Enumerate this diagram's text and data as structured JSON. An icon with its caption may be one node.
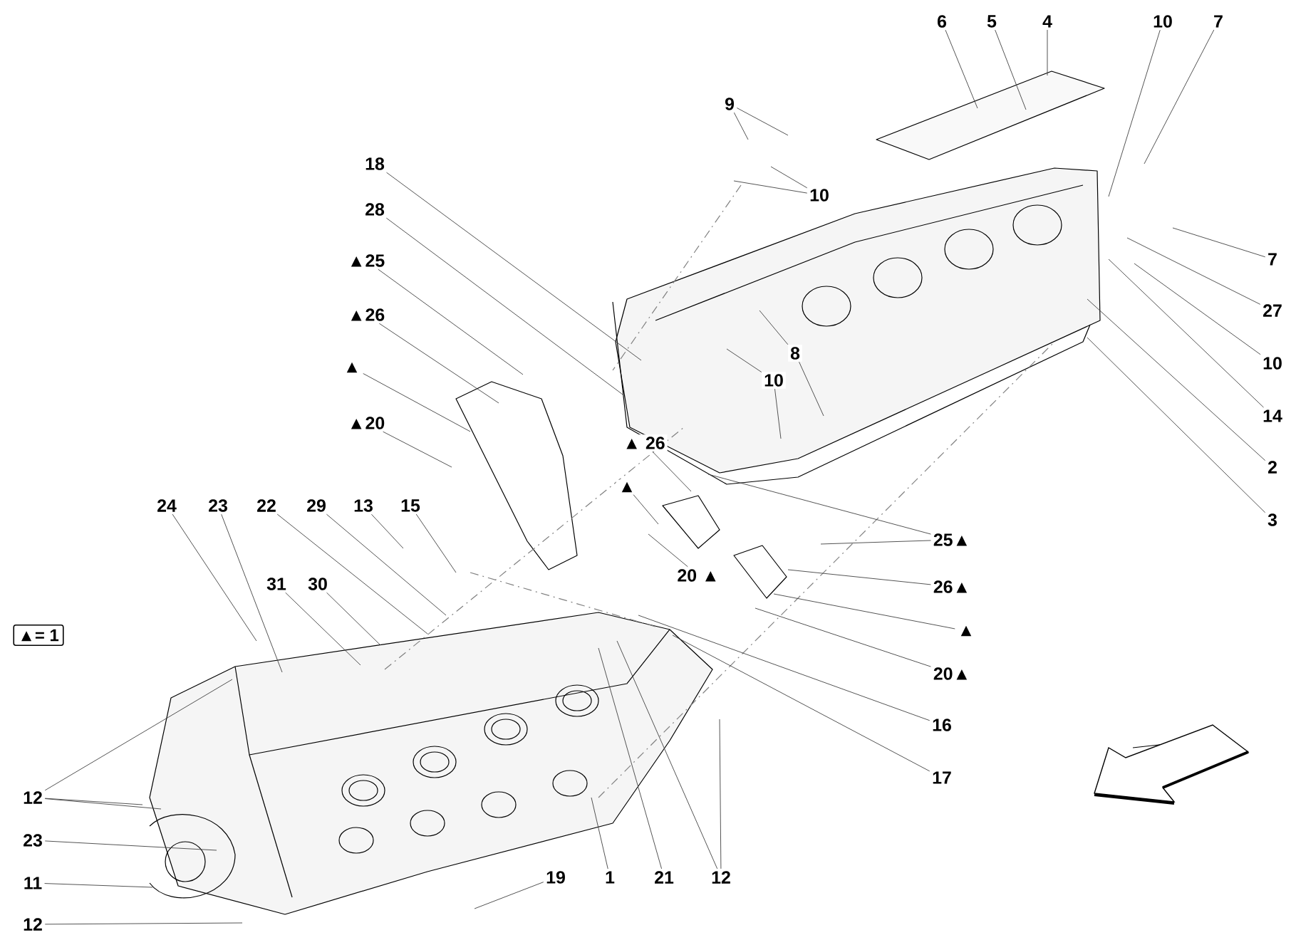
{
  "diagram": {
    "nodes": [
      {
        "text": [
          "6"
        ]
      },
      {
        "text": [
          "5"
        ]
      },
      {
        "text": [
          "4"
        ]
      },
      {
        "text": [
          "10"
        ]
      },
      {
        "text": [
          "7"
        ]
      },
      {
        "text": [
          "9"
        ]
      },
      {
        "text": [
          "18"
        ]
      },
      {
        "text": [
          "10"
        ]
      },
      {
        "text": [
          "28"
        ]
      },
      {
        "text": [
          "▲25"
        ]
      },
      {
        "text": [
          "7"
        ]
      },
      {
        "text": [
          "27"
        ]
      },
      {
        "text": [
          "▲26"
        ]
      },
      {
        "text": [
          "8"
        ]
      },
      {
        "text": [
          "10"
        ]
      },
      {
        "text": [
          "▲"
        ]
      },
      {
        "text": [
          "10"
        ]
      },
      {
        "text": [
          "14"
        ]
      },
      {
        "text": [
          "▲20"
        ]
      },
      {
        "text": [
          "▲ 26"
        ]
      },
      {
        "text": [
          "2"
        ]
      },
      {
        "text": [
          "▲"
        ]
      },
      {
        "text": [
          "24"
        ]
      },
      {
        "text": [
          "23"
        ]
      },
      {
        "text": [
          "22"
        ]
      },
      {
        "text": [
          "29"
        ]
      },
      {
        "text": [
          "13"
        ]
      },
      {
        "text": [
          "15"
        ]
      },
      {
        "text": [
          "3"
        ]
      },
      {
        "text": [
          "25▲"
        ]
      },
      {
        "text": [
          "20 ▲"
        ]
      },
      {
        "text": [
          "31"
        ]
      },
      {
        "text": [
          "30"
        ]
      },
      {
        "text": [
          "26▲"
        ]
      },
      {
        "text": [
          "▲"
        ]
      },
      {
        "text": [
          "▲= 1"
        ]
      },
      {
        "text": [
          "20▲"
        ]
      },
      {
        "text": [
          "16"
        ]
      },
      {
        "text": [
          "17"
        ]
      },
      {
        "text": [
          "12"
        ]
      },
      {
        "text": [
          "23"
        ]
      },
      {
        "text": [
          "19"
        ]
      },
      {
        "text": [
          "1"
        ]
      },
      {
        "text": [
          "21"
        ]
      },
      {
        "text": [
          "12"
        ]
      },
      {
        "text": [
          "11"
        ]
      },
      {
        "text": [
          "12"
        ]
      }
    ],
    "edges": [
      {
        "from": 0,
        "to": null,
        "arrow": "none"
      },
      {
        "from": 1,
        "to": null,
        "arrow": "none"
      },
      {
        "from": 2,
        "to": null,
        "arrow": "none"
      },
      {
        "from": 3,
        "to": null,
        "arrow": "none"
      },
      {
        "from": 4,
        "to": null,
        "arrow": "none"
      },
      {
        "from": 5,
        "to": null,
        "arrow": "none"
      },
      {
        "from": 5,
        "to": null,
        "arrow": "none"
      },
      {
        "from": 6,
        "to": null,
        "arrow": "none"
      },
      {
        "from": 7,
        "to": null,
        "arrow": "none"
      },
      {
        "from": 7,
        "to": null,
        "arrow": "none"
      },
      {
        "from": 8,
        "to": null,
        "arrow": "none"
      },
      {
        "from": 9,
        "to": null,
        "arrow": "none"
      },
      {
        "from": 10,
        "to": null,
        "arrow": "none"
      },
      {
        "from": 11,
        "to": null,
        "arrow": "none"
      },
      {
        "from": 12,
        "to": null,
        "arrow": "none"
      },
      {
        "from": 13,
        "to": null,
        "arrow": "none"
      },
      {
        "from": 13,
        "to": null,
        "arrow": "none"
      },
      {
        "from": 14,
        "to": null,
        "arrow": "none"
      },
      {
        "from": 15,
        "to": null,
        "arrow": "none"
      },
      {
        "from": 16,
        "to": null,
        "arrow": "none"
      },
      {
        "from": 16,
        "to": null,
        "arrow": "none"
      },
      {
        "from": 17,
        "to": null,
        "arrow": "none"
      },
      {
        "from": 18,
        "to": null,
        "arrow": "none"
      },
      {
        "from": 19,
        "to": null,
        "arrow": "none"
      },
      {
        "from": 20,
        "to": null,
        "arrow": "none"
      },
      {
        "from": 21,
        "to": null,
        "arrow": "none"
      },
      {
        "from": 22,
        "to": null,
        "arrow": "none"
      },
      {
        "from": 23,
        "to": null,
        "arrow": "none"
      },
      {
        "from": 24,
        "to": null,
        "arrow": "none"
      },
      {
        "from": 25,
        "to": null,
        "arrow": "none"
      },
      {
        "from": 26,
        "to": null,
        "arrow": "none"
      },
      {
        "from": 27,
        "to": null,
        "arrow": "none"
      },
      {
        "from": 28,
        "to": null,
        "arrow": "none"
      },
      {
        "from": 29,
        "to": null,
        "arrow": "none"
      },
      {
        "from": 29,
        "to": null,
        "arrow": "none"
      },
      {
        "from": 30,
        "to": null,
        "arrow": "none"
      },
      {
        "from": 31,
        "to": null,
        "arrow": "none"
      },
      {
        "from": 32,
        "to": null,
        "arrow": "none"
      },
      {
        "from": 33,
        "to": null,
        "arrow": "none"
      },
      {
        "from": 34,
        "to": null,
        "arrow": "none"
      },
      {
        "from": 36,
        "to": null,
        "arrow": "none"
      },
      {
        "from": 37,
        "to": null,
        "arrow": "none"
      },
      {
        "from": 38,
        "to": null,
        "arrow": "none"
      },
      {
        "from": 39,
        "to": null,
        "arrow": "none"
      },
      {
        "from": 39,
        "to": null,
        "arrow": "none"
      },
      {
        "from": 39,
        "to": null,
        "arrow": "none"
      },
      {
        "from": 40,
        "to": null,
        "arrow": "none"
      },
      {
        "from": 41,
        "to": null,
        "arrow": "none"
      },
      {
        "from": 42,
        "to": null,
        "arrow": "none"
      },
      {
        "from": 43,
        "to": null,
        "arrow": "none"
      },
      {
        "from": 44,
        "to": null,
        "arrow": "none"
      },
      {
        "from": 44,
        "to": null,
        "arrow": "none"
      },
      {
        "from": 45,
        "to": null,
        "arrow": "none"
      },
      {
        "from": 46,
        "to": null,
        "arrow": "none"
      }
    ]
  }
}
